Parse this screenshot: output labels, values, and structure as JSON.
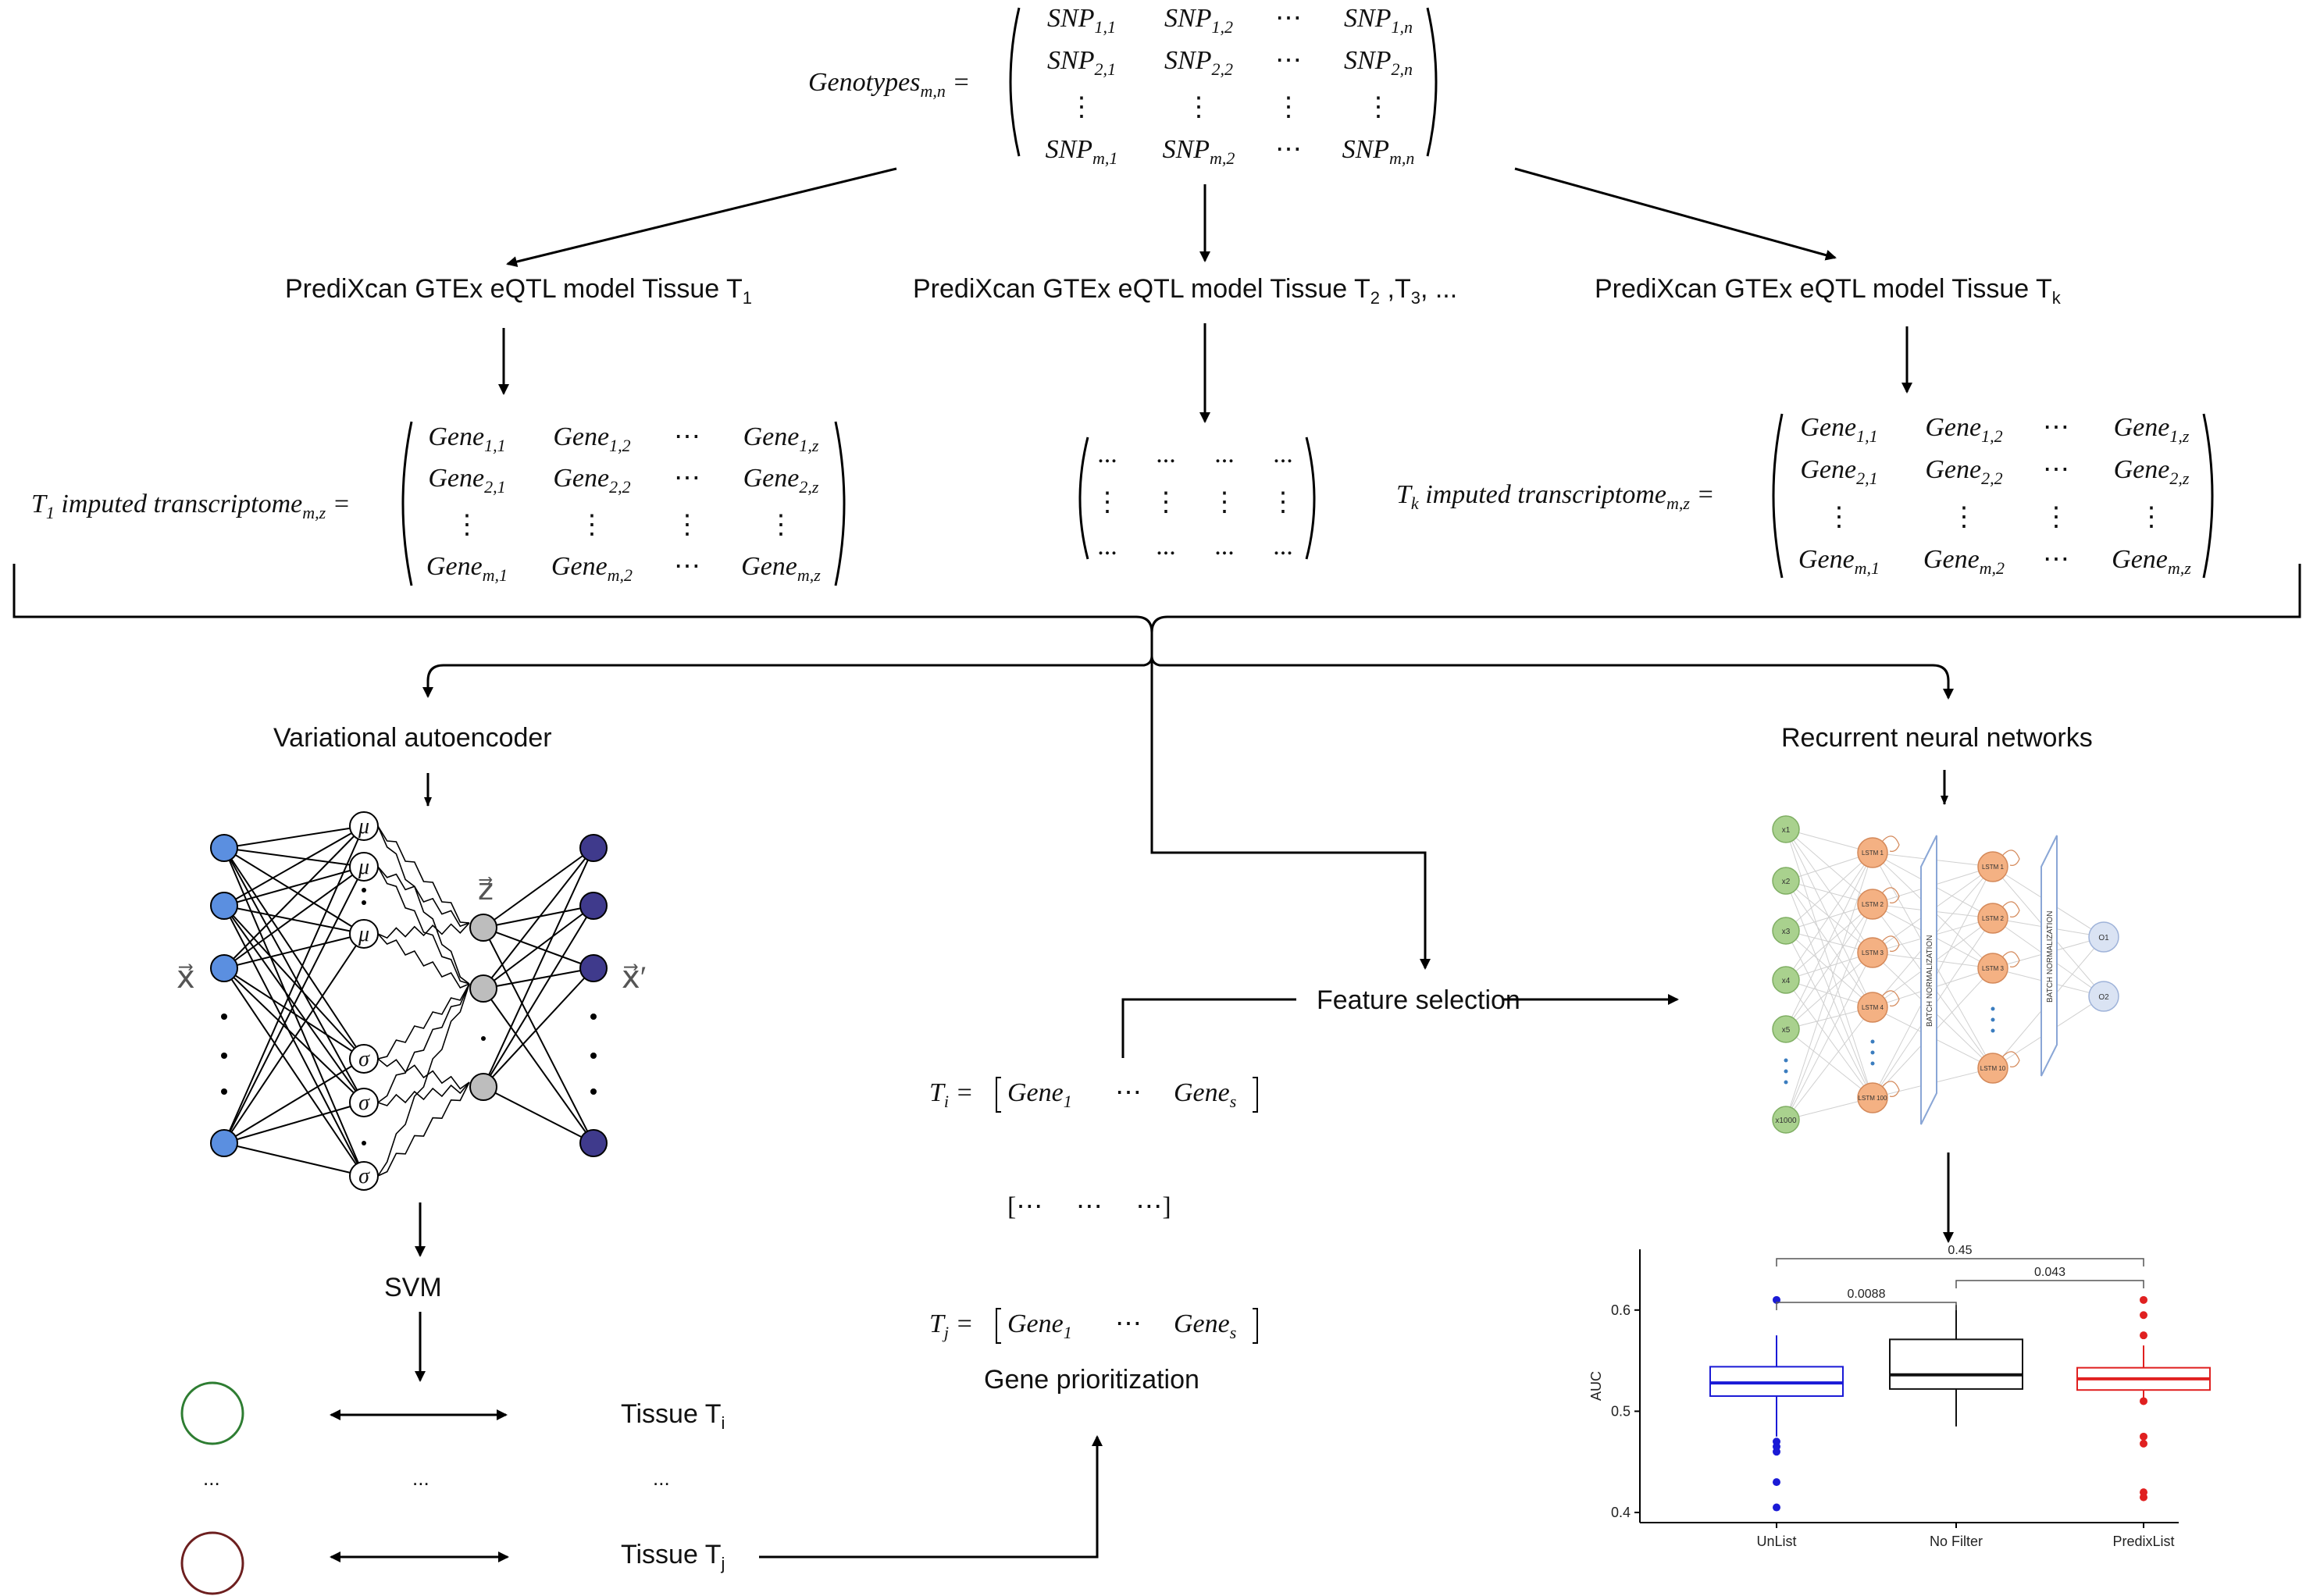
{
  "genotypes": {
    "lhs": "Genotypes",
    "lhs_sub": "m,n",
    "cells": [
      [
        "SNP|1,1",
        "SNP|1,2",
        "⋯",
        "SNP|1,n"
      ],
      [
        "SNP|2,1",
        "SNP|2,2",
        "⋯",
        "SNP|2,n"
      ],
      [
        "⋮",
        "⋮",
        "⋮",
        "⋮"
      ],
      [
        "SNP|m,1",
        "SNP|m,2",
        "⋯",
        "SNP|m,n"
      ]
    ]
  },
  "models": {
    "left": {
      "text": "PrediXcan GTEx eQTL model Tissue T",
      "sub": "1"
    },
    "middle": {
      "text": "PrediXcan GTEx eQTL model Tissue T",
      "sub": "2",
      "rest1": " ,T",
      "sub2": "3",
      "rest2": ", ..."
    },
    "right": {
      "text": "PrediXcan GTEx eQTL model Tissue T",
      "sub": "k"
    }
  },
  "transcriptome_left": {
    "lhs_var": "T",
    "lhs_var_sub": "1",
    "lhs_text": "imputed transcriptome",
    "lhs_sub": "m,z",
    "cells": [
      [
        "Gene|1,1",
        "Gene|1,2",
        "⋯",
        "Gene|1,z"
      ],
      [
        "Gene|2,1",
        "Gene|2,2",
        "⋯",
        "Gene|2,z"
      ],
      [
        "⋮",
        "⋮",
        "⋮",
        "⋮"
      ],
      [
        "Gene|m,1",
        "Gene|m,2",
        "⋯",
        "Gene|m,z"
      ]
    ]
  },
  "transcriptome_middle": {
    "cells": [
      [
        "...",
        "...",
        "...",
        "..."
      ],
      [
        "⋮",
        "⋮",
        "⋮",
        "⋮"
      ],
      [
        "...",
        "...",
        "...",
        "..."
      ]
    ]
  },
  "transcriptome_right": {
    "lhs_var": "T",
    "lhs_var_sub": "k",
    "lhs_text": "imputed transcriptome",
    "lhs_sub": "m,z",
    "cells": [
      [
        "Gene|1,1",
        "Gene|1,2",
        "⋯",
        "Gene|1,z"
      ],
      [
        "Gene|2,1",
        "Gene|2,2",
        "⋯",
        "Gene|2,z"
      ],
      [
        "⋮",
        "⋮",
        "⋮",
        "⋮"
      ],
      [
        "Gene|m,1",
        "Gene|m,2",
        "⋯",
        "Gene|m,z"
      ]
    ]
  },
  "vae": {
    "title": "Variational autoencoder",
    "x_label": "x⃗",
    "x_prime_label": "x⃗′",
    "z_label": "z⃗",
    "mu": "μ",
    "sigma": "σ",
    "colors": {
      "input": "#5b8fe0",
      "latent": "#bdbdbd",
      "output": "#3f3a8c"
    }
  },
  "svm": {
    "title": "SVM",
    "rows": [
      {
        "tissue": "Tissue T",
        "sub": "i",
        "circle_color": "#2e7d32"
      },
      {
        "ellipsis": [
          "...",
          "...",
          "..."
        ]
      },
      {
        "tissue": "Tissue T",
        "sub": "j",
        "circle_color": "#6d1f1f"
      }
    ]
  },
  "feature_selection": {
    "title": "Feature selection",
    "ti": {
      "var": "T",
      "sub": "i",
      "g1": "Gene",
      "g1sub": "1",
      "dots": "⋯",
      "gs": "Gene",
      "gssub": "s"
    },
    "mid": "[⋯     ⋯     ⋯]",
    "tj": {
      "var": "T",
      "sub": "j",
      "g1": "Gene",
      "g1sub": "1",
      "dots": "⋯",
      "gs": "Gene",
      "gssub": "s"
    },
    "gene_prioritization": "Gene prioritization"
  },
  "rnn": {
    "title": "Recurrent neural networks",
    "inputs": [
      "x1",
      "x2",
      "x3",
      "x4",
      "x5",
      "x1000"
    ],
    "lstm1": [
      "LSTM 1",
      "LSTM 2",
      "LSTM 3",
      "LSTM 4",
      "LSTM 100"
    ],
    "lstm2": [
      "LSTM 1",
      "LSTM 2",
      "LSTM 3",
      "LSTM 10"
    ],
    "outputs": [
      "O1",
      "O2"
    ],
    "batch_norm": "BATCH NORMALIZATION"
  },
  "chart_data": {
    "type": "box",
    "ylabel": "AUC",
    "ylim": [
      0.39,
      0.66
    ],
    "yticks": [
      0.4,
      0.5,
      0.6
    ],
    "categories": [
      "UnList",
      "No Filter",
      "PredixList"
    ],
    "colors": [
      "#1a1ad6",
      "#111111",
      "#e02020"
    ],
    "boxes": [
      {
        "q1": 0.515,
        "median": 0.528,
        "q3": 0.544,
        "whisker_low": 0.475,
        "whisker_high": 0.575,
        "outliers": [
          0.61,
          0.47,
          0.465,
          0.46,
          0.43,
          0.405
        ]
      },
      {
        "q1": 0.522,
        "median": 0.536,
        "q3": 0.571,
        "whisker_low": 0.485,
        "whisker_high": 0.605,
        "outliers": []
      },
      {
        "q1": 0.521,
        "median": 0.532,
        "q3": 0.543,
        "whisker_low": 0.51,
        "whisker_high": 0.565,
        "outliers": [
          0.61,
          0.595,
          0.575,
          0.51,
          0.475,
          0.468,
          0.42,
          0.415
        ]
      }
    ],
    "comparisons": [
      {
        "from": 0,
        "to": 2,
        "label": "0.45"
      },
      {
        "from": 1,
        "to": 2,
        "label": "0.043"
      },
      {
        "from": 0,
        "to": 1,
        "label": "0.0088"
      }
    ]
  }
}
